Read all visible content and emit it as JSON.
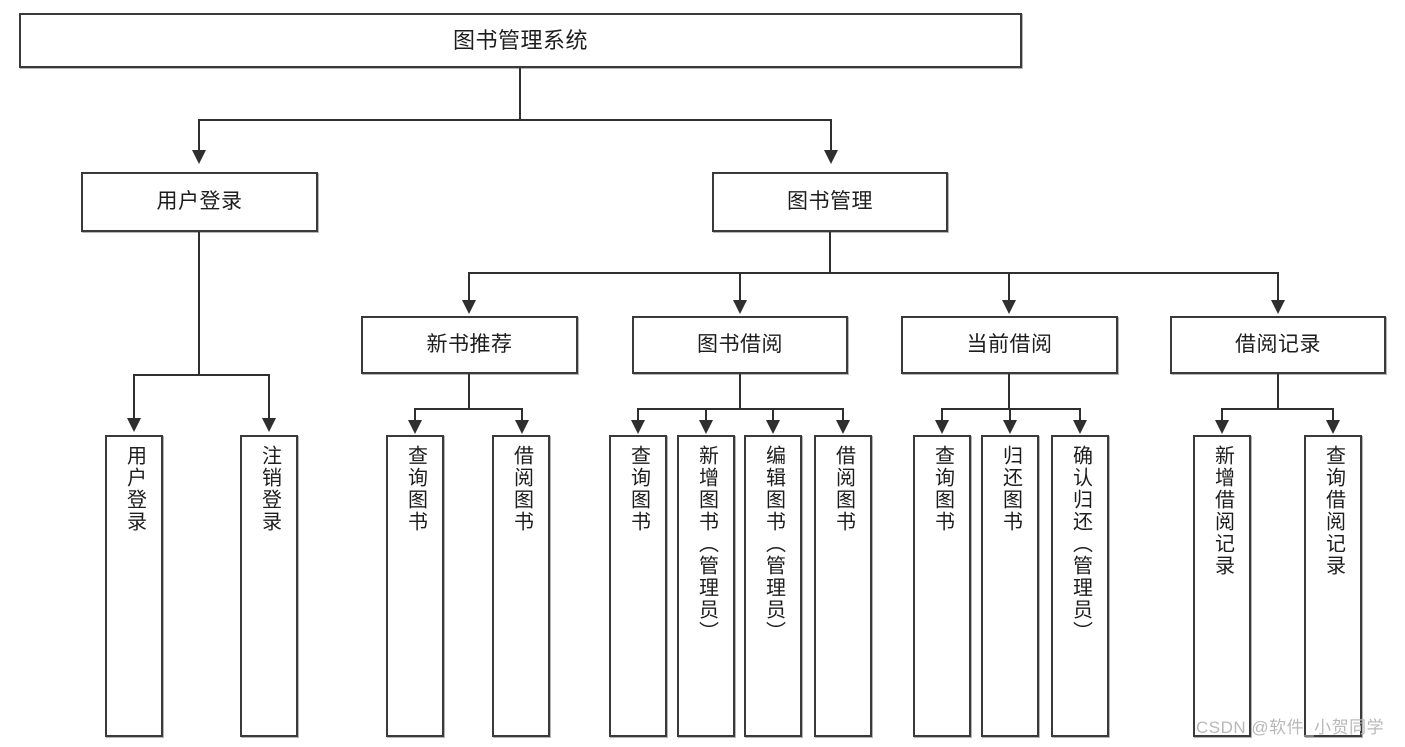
{
  "diagram": {
    "title": "图书管理系统",
    "watermark": "CSDN @软件_小贺同学",
    "type": "tree",
    "colors": {
      "box_border": "#3a3a3a",
      "box_fill": "#ffffff",
      "connector": "#2f2f2f",
      "text": "#1d1d1d",
      "watermark": "#b9b9b9"
    }
  },
  "nodes": {
    "root": {
      "label": "图书管理系统"
    },
    "level2": [
      {
        "label": "用户登录"
      },
      {
        "label": "图书管理"
      }
    ],
    "level3": [
      {
        "label": "新书推荐"
      },
      {
        "label": "图书借阅"
      },
      {
        "label": "当前借阅"
      },
      {
        "label": "借阅记录"
      }
    ],
    "leaves": {
      "user_login": [
        {
          "label": "用户登录"
        },
        {
          "label": "注销登录"
        }
      ],
      "new_book_recommend": [
        {
          "label": "查询图书"
        },
        {
          "label": "借阅图书"
        }
      ],
      "book_borrow": [
        {
          "label": "查询图书"
        },
        {
          "label": "新增图书（管理员）"
        },
        {
          "label": "编辑图书（管理员）"
        },
        {
          "label": "借阅图书"
        }
      ],
      "current_borrow": [
        {
          "label": "查询图书"
        },
        {
          "label": "归还图书"
        },
        {
          "label": "确认归还（管理员）"
        }
      ],
      "borrow_record": [
        {
          "label": "新增借阅记录"
        },
        {
          "label": "查询借阅记录"
        }
      ]
    }
  }
}
